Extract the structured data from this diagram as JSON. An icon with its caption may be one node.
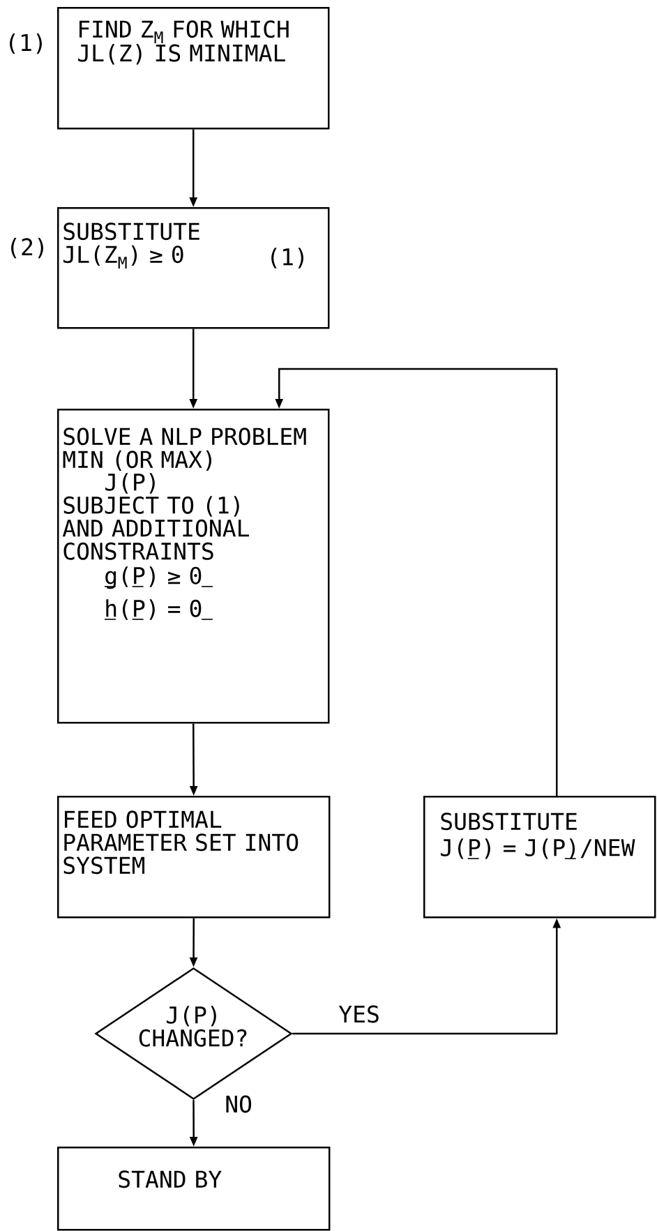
{
  "diagram": {
    "nodes": [
      {
        "text": [
          "FIND Z$_{M}$ FOR WHICH JL(Z) IS MINIMAL"
        ],
        "beside": [
          "(1)"
        ]
      },
      {
        "text": [
          "SUBSTITUTE JL(Z$_{M}$) ≥ 0",
          "(1)"
        ],
        "beside": [
          "(2)"
        ]
      },
      {
        "text": [
          "SOLVE A NLP PROBLEM MIN (OR MAX)",
          "J(P)",
          "SUBJECT TO (1) AND ADDITIONAL CONSTRAINTS",
          "g(P) ≥ 0",
          "h(P) = 0"
        ]
      },
      {
        "text": [
          "FEED OPTIMAL PARAMETER SET INTO SYSTEM"
        ]
      },
      {
        "text": [
          "SUBSTITUTE",
          "J(P) = J(P)/NEW"
        ]
      },
      {
        "text": [
          "J(P) CHANGED?"
        ]
      },
      {
        "text": [
          "STAND BY"
        ]
      }
    ],
    "edges": [
      {
        "from": 0,
        "to": 1,
        "arrow": "to"
      },
      {
        "from": 1,
        "to": 2,
        "arrow": "to"
      },
      {
        "from": 2,
        "to": 3,
        "arrow": "to"
      },
      {
        "from": 3,
        "to": 5,
        "arrow": "to"
      },
      {
        "from": 5,
        "to": 6,
        "arrow": "to",
        "label": "NO"
      },
      {
        "from": 5,
        "to": 4,
        "arrow": "to",
        "label": "YES"
      },
      {
        "from": 4,
        "to": 2,
        "arrow": "to"
      }
    ]
  }
}
